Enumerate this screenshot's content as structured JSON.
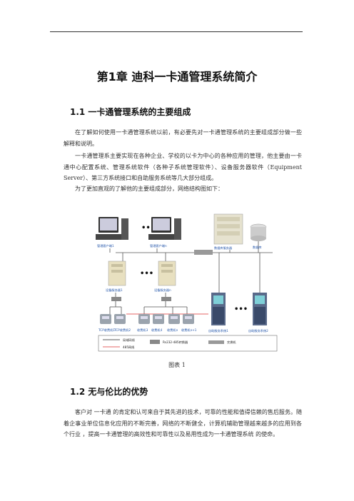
{
  "page": {
    "chapter_title": "第1章 迪科一卡通管理系统简介",
    "section1_title": "1.1 一卡通管理系统的主要组成",
    "para1": "在了解如何使用一卡通管理系统以前，有必要先对一卡通管理系统的主要组成部分做一些解释和说明。",
    "para2": "一卡通管理系主要实现在各种企业、学校的以卡为中心的各种应用的管理，他主要由一卡通中心配置系统、管理系统软件（各种子系统管理软件）、设备服务器软件（Equipment Server）、第三方系统接口和自助服务系统等几大部分组成。",
    "para3": "为了更加直观的了解他的主要组成部分，网络结构图如下：",
    "figure_caption": "图表 1",
    "section2_title": "1.2 无与伦比的优势",
    "para4": "客户对 一卡通 的肯定和认可来自于其先进的技术，可靠的性能和值得信赖的售后服务。随着企事业单位信息化应用的不断完善，网络的不断健全，计算机辅助管理越来越多的应用到各个行业 ，提高一卡通管理的高效性和可靠性以及易用性成为一卡通管理系统 的使命。"
  },
  "diagram": {
    "client1": "管理客户端1",
    "clientn": "管理客户端n",
    "db_server": "数据库服务器",
    "database": "数据库",
    "dev_server1": "设备服务器1",
    "dev_servern": "设备服务器n",
    "self_service1": "自助服务系统1",
    "self_service2": "自助服务系统2",
    "tcp1": "TCP收费机1",
    "tcp2": "TCP收费机2",
    "pos3": "收费机3",
    "pos4": "收费机4",
    "posn": "收费机n",
    "posn1": "收费机n+1",
    "ellipsis": "•••",
    "legend_ethernet": "局域网线",
    "legend_485": "485网线",
    "legend_converter": "Rs232-485转换器",
    "legend_switch": "交换机"
  }
}
